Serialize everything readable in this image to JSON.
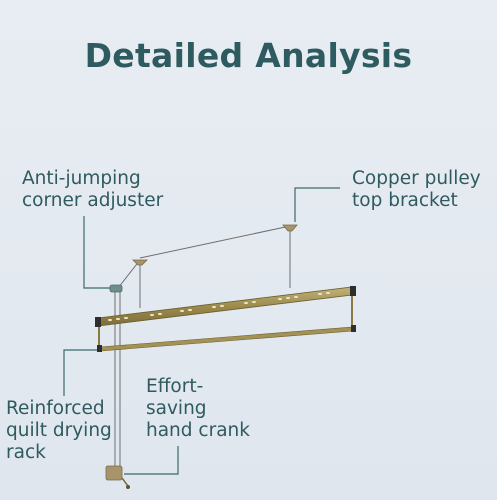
{
  "title": "Detailed Analysis",
  "labels": {
    "anti_jumping": "Anti-jumping\ncorner adjuster",
    "copper_pulley": "Copper pulley\ntop bracket",
    "reinforced_rack": "Reinforced\nquilt drying\nrack",
    "hand_crank": "Effort-\nsaving\nhand crank"
  },
  "colors": {
    "background": "#e5ebf1",
    "text": "#2f5a5f",
    "rod_gold": "#9a8a4e",
    "leader_line": "#3b6a6d",
    "cable": "#6b6b6b"
  }
}
